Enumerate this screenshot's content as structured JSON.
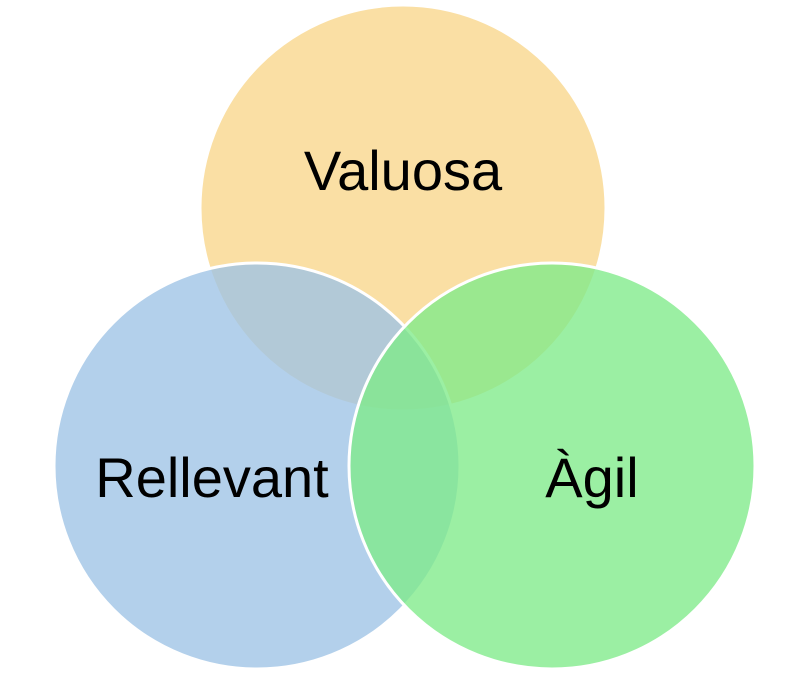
{
  "diagram": {
    "type": "venn",
    "sets": [
      {
        "id": "top",
        "label": "Valuosa",
        "fill": "#F9D68A"
      },
      {
        "id": "left",
        "label": "Rellevant",
        "fill": "#9DC3E6"
      },
      {
        "id": "right",
        "label": "Àgil",
        "fill": "#7FEA89"
      }
    ],
    "stroke": "#ffffff"
  }
}
